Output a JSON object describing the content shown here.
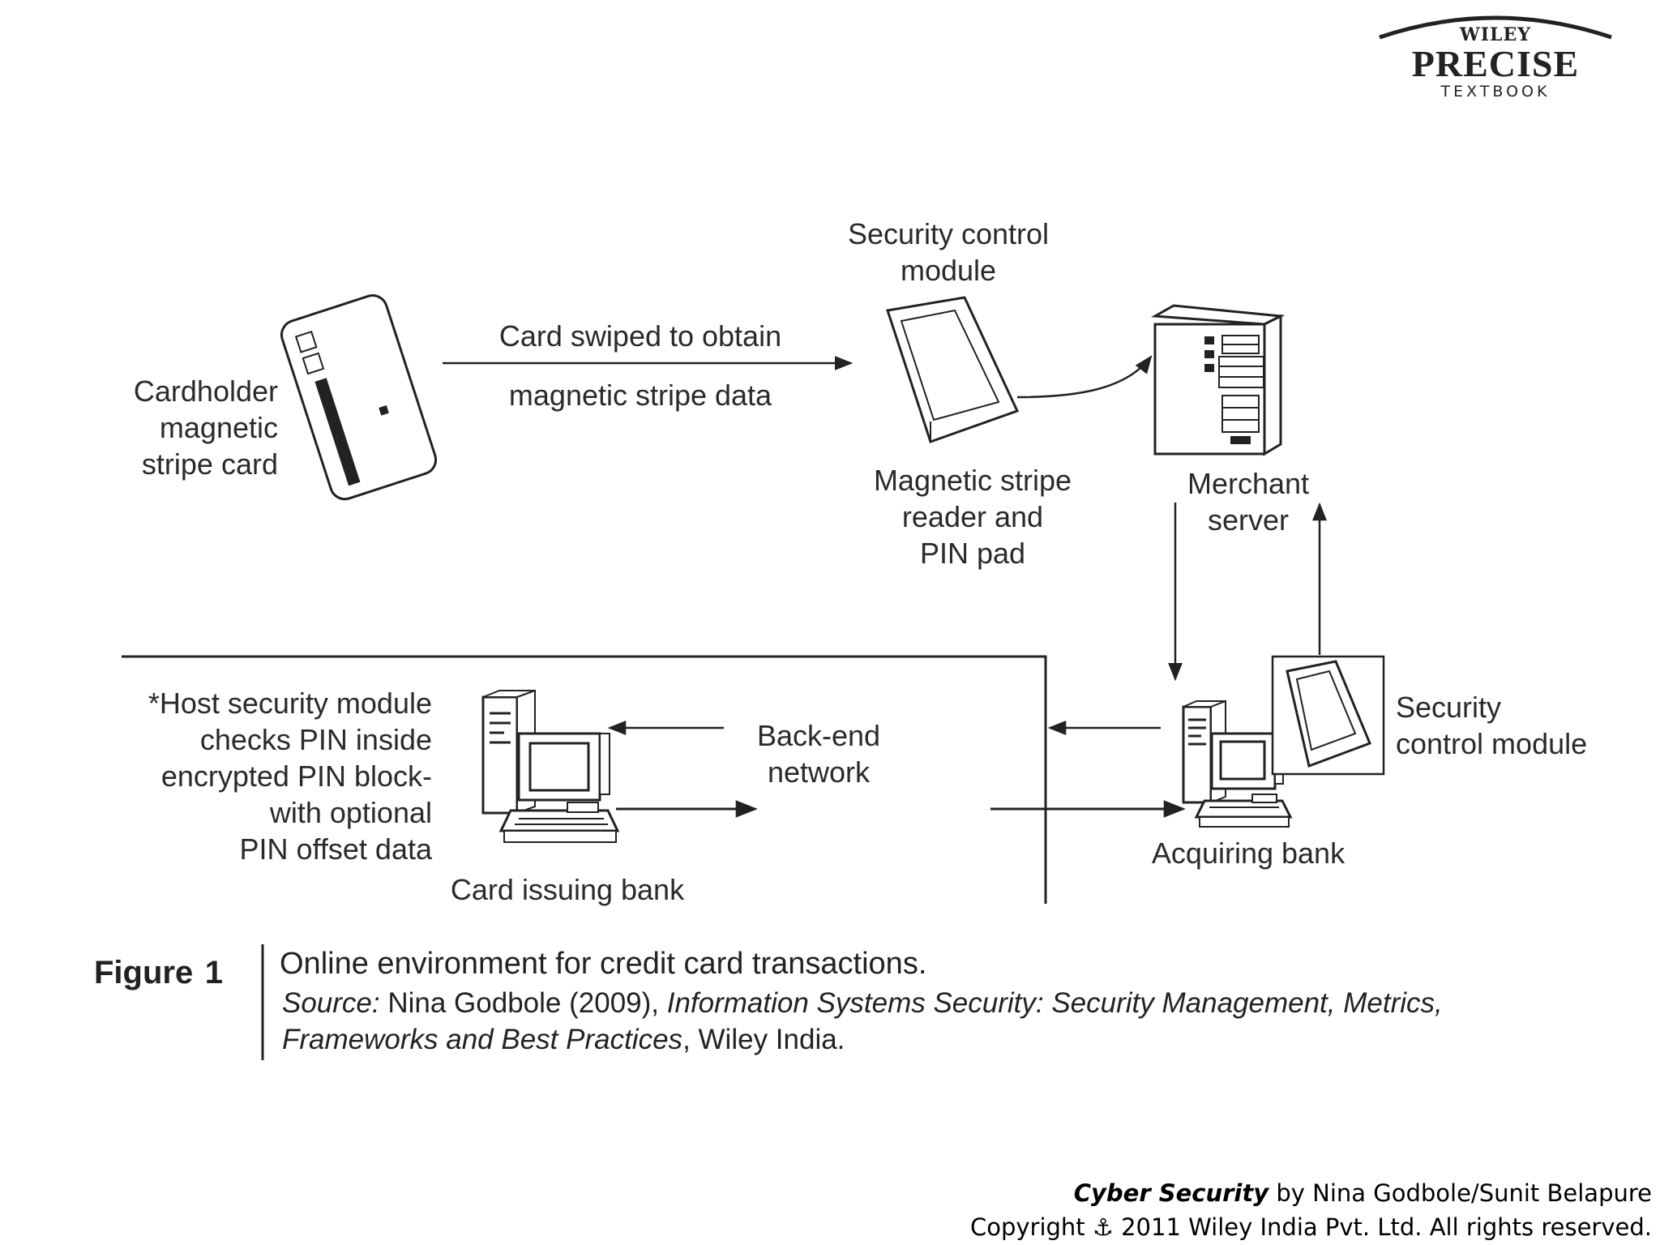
{
  "logo": {
    "top": "WILEY",
    "middle": "PRECISE",
    "bottom": "TEXTBOOK"
  },
  "diagram": {
    "cardholder": [
      "Cardholder",
      "magnetic",
      "stripe card"
    ],
    "swipe_arrow": [
      "Card swiped to obtain",
      "magnetic stripe data"
    ],
    "security_top": [
      "Security control",
      "module"
    ],
    "reader": [
      "Magnetic stripe",
      "reader and",
      "PIN pad"
    ],
    "merchant": [
      "Merchant",
      "server"
    ],
    "host_note": [
      "*Host security module",
      "checks PIN inside",
      "encrypted PIN block-",
      "with optional",
      "PIN offset data"
    ],
    "backend": [
      "Back-end",
      "network"
    ],
    "issuing_bank": "Card issuing bank",
    "acquiring_bank": "Acquiring bank",
    "security_right": [
      "Security",
      "control module"
    ]
  },
  "caption": {
    "label": "Figure",
    "number": "1",
    "title": "Online environment for credit card transactions.",
    "source_label": "Source:",
    "source_author": " Nina Godbole (2009), ",
    "source_book_1": "Information Systems Security: Security Management, Metrics,",
    "source_book_2": "Frameworks and Best Practices",
    "source_publisher": ", Wiley India."
  },
  "footer": {
    "book_title": "Cyber Security",
    "authors": " by Nina Godbole/Sunit Belapure",
    "copyright_prefix": "Copyright ",
    "copyright_rest": " 2011 Wiley India Pvt. Ltd.  All rights reserved."
  }
}
